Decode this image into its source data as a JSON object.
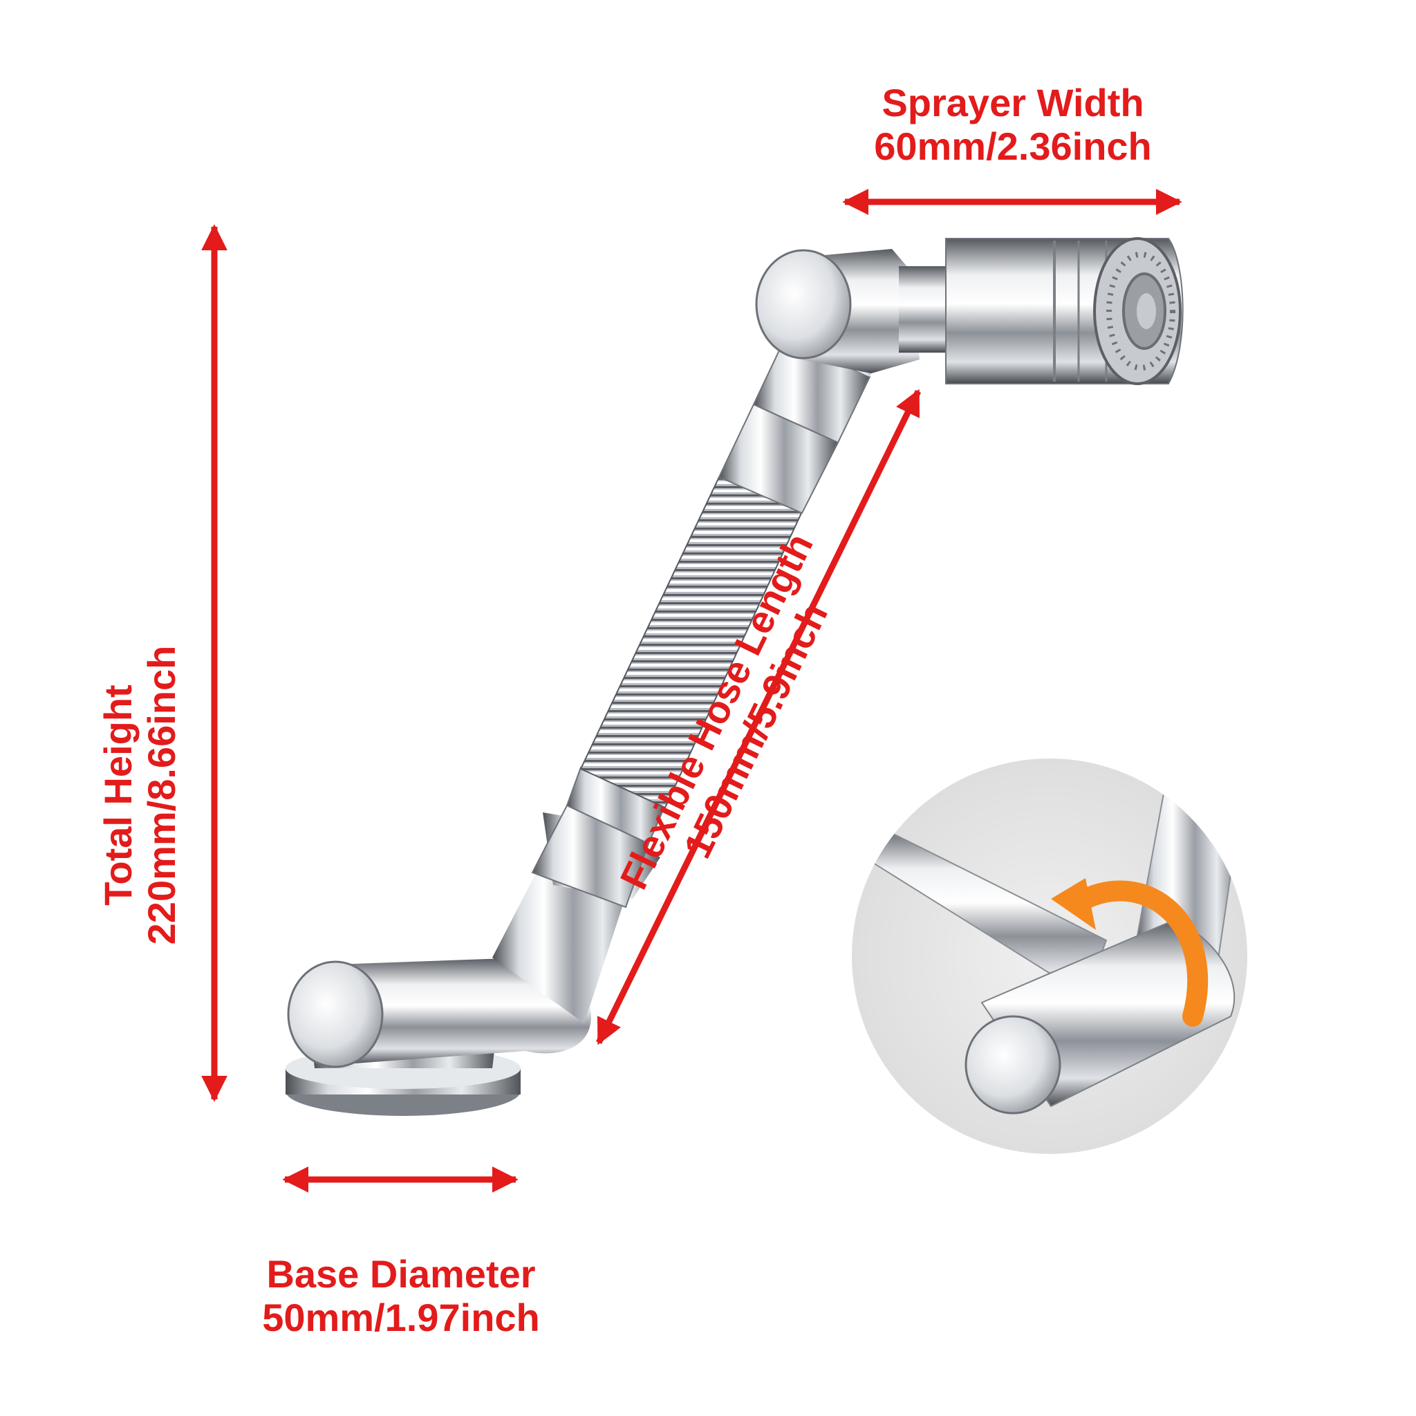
{
  "labels": {
    "sprayer_width": {
      "title": "Sprayer Width",
      "value": "60mm/2.36inch"
    },
    "total_height": {
      "title": "Total Height",
      "value": "220mm/8.66inch"
    },
    "hose_length": {
      "title": "Flexible Hose Length",
      "value": "150mm/5.9inch"
    },
    "base_diameter": {
      "title": "Base Diameter",
      "value": "50mm/1.97inch"
    }
  },
  "colors": {
    "annotation": "#e31b1b",
    "rotate_arrow": "#f5891e",
    "detail_circle_bg": "#e8e8e8",
    "chrome_dark": "#3a3d42",
    "chrome_light": "#f4f6f8"
  },
  "icons": {
    "rotate": "rotate-arrow-icon"
  }
}
